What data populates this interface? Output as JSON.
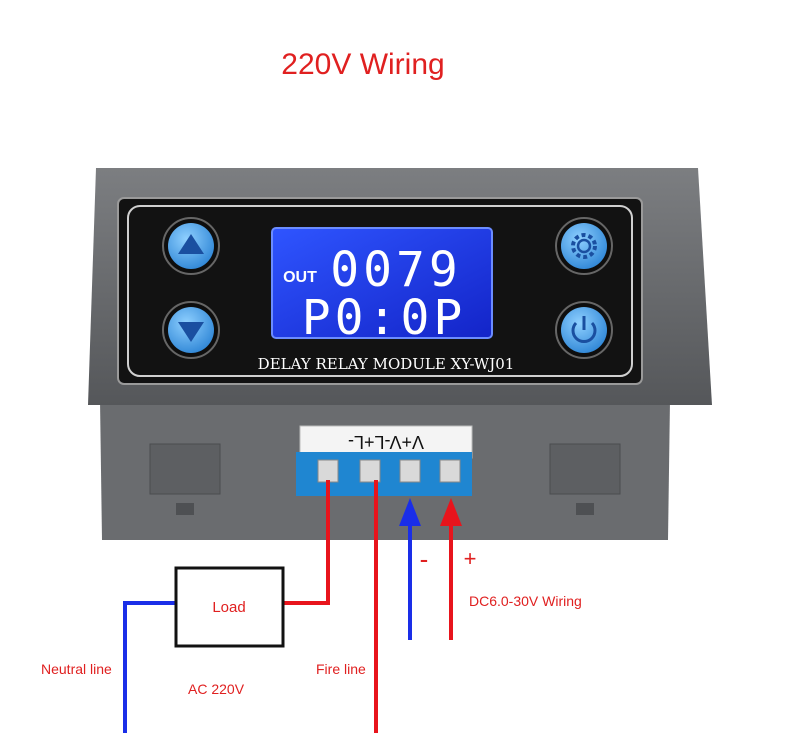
{
  "title": "220V Wiring",
  "module": {
    "name_plate": "DELAY RELAY MODULE XY-WJ01",
    "display": {
      "out_label": "OUT",
      "line1": "0079",
      "line2": "P0:0P"
    },
    "terminal_label": "V+V-L+L-",
    "buttons": {
      "up": "up-arrow-icon",
      "down": "down-arrow-icon",
      "set": "gear-icon",
      "power": "power-icon"
    }
  },
  "wiring": {
    "load_label": "Load",
    "neutral_label": "Neutral line",
    "fire_label": "Fire line",
    "ac_label": "AC 220V",
    "dc_label": "DC6.0-30V Wiring",
    "minus": "-",
    "plus": "+"
  },
  "colors": {
    "title": "#e02020",
    "case": "#6d6f72",
    "lcd": "#1b3cf0",
    "wire_red": "#e8141c",
    "wire_blue": "#1a2ee8",
    "button": "#4da3e8"
  }
}
